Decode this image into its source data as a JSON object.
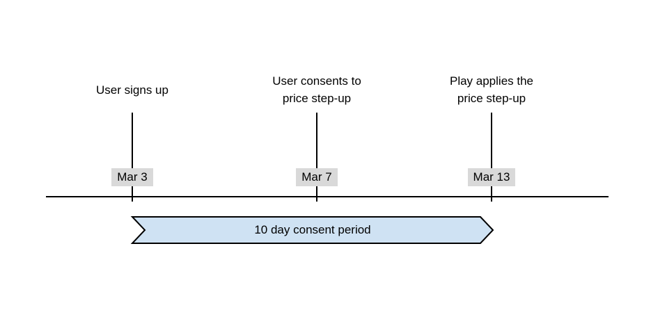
{
  "diagram": {
    "timeline": {
      "events": [
        {
          "lines": [
            "User signs up"
          ],
          "date": "Mar 3"
        },
        {
          "lines": [
            "User consents to",
            "price step-up"
          ],
          "date": "Mar 7"
        },
        {
          "lines": [
            "Play applies the",
            "price step-up"
          ],
          "date": "Mar 13"
        }
      ],
      "banner": {
        "label": "10 day consent period"
      }
    },
    "colors": {
      "background": "#ffffff",
      "line": "#000000",
      "text": "#000000",
      "date_label_bg": "#d9d9d9",
      "banner_fill": "#cfe2f3",
      "banner_border": "#000000"
    }
  }
}
